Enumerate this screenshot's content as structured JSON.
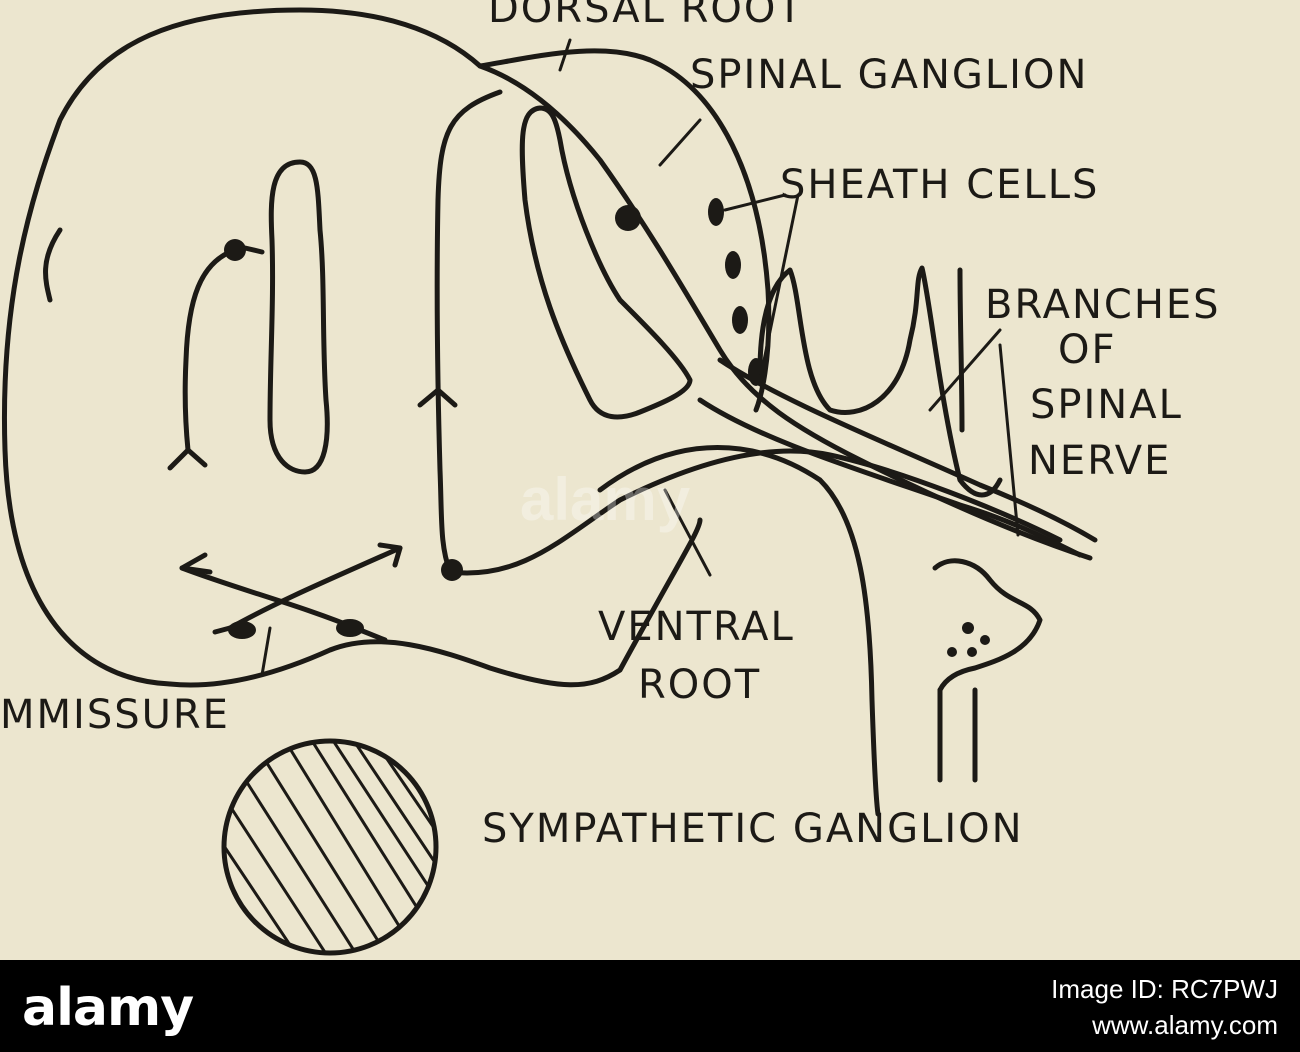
{
  "labels": {
    "dorsal_root": "DORSAL ROOT",
    "spinal_ganglion": "SPINAL GANGLION",
    "sheath_cells": "SHEATH CELLS",
    "branches_line1": "BRANCHES",
    "branches_line2": "OF",
    "branches_line3": "SPINAL",
    "branches_line4": "NERVE",
    "ventral_line1": "VENTRAL",
    "ventral_line2": "ROOT",
    "commissure": "MMISSURE",
    "sympathetic_ganglion": "SYMPATHETIC GANGLION"
  },
  "watermark": "alamy",
  "footer": {
    "logo": "alamy",
    "image_id": "Image ID: RC7PWJ",
    "url": "www.alamy.com"
  }
}
